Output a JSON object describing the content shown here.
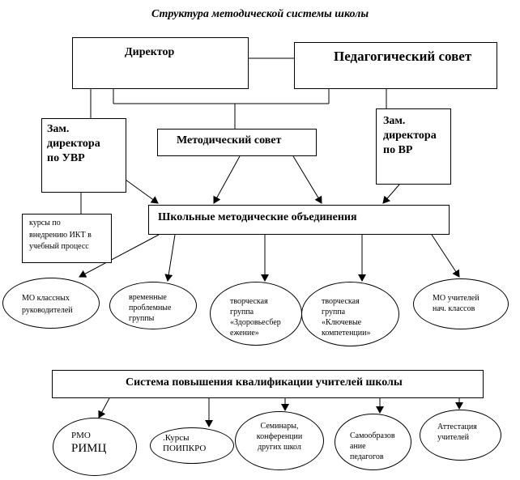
{
  "title": "Структура методической системы школы",
  "nodes": {
    "director": "Директор",
    "ped_council": "Педагогический совет",
    "deputy_uvr": "Зам.\nдиректора\nпо УВР",
    "method_council": "Методический совет",
    "deputy_vr": "Зам.\nдиректора\nпо ВР",
    "ikt_courses": "курсы по\nвнедрению ИКТ в\nучебный процесс",
    "school_mo": "Школьные методические объединения",
    "mo_class": "МО  классных\nруководителей",
    "temp_groups": "временные\nпроблемные\nгруппы",
    "creative_health": "творческая\nгруппа\n«Здоровьесбер\nежение»",
    "creative_key": "творческая\nгруппа\n«Ключевые\nкомпетенции»",
    "mo_primary": "МО учителей\nнач. классов",
    "qualification": "Система повышения квалификации учителей школы",
    "rmo": "РМО",
    "rimc": "РИМЦ",
    "courses": ".Курсы\nПОИПКРО",
    "seminars": "Семинары,\nконференции\nдругих школ",
    "self_edu": "Самообразов\nание\nпедагогов",
    "attestation": "Аттестация\nучителей"
  }
}
